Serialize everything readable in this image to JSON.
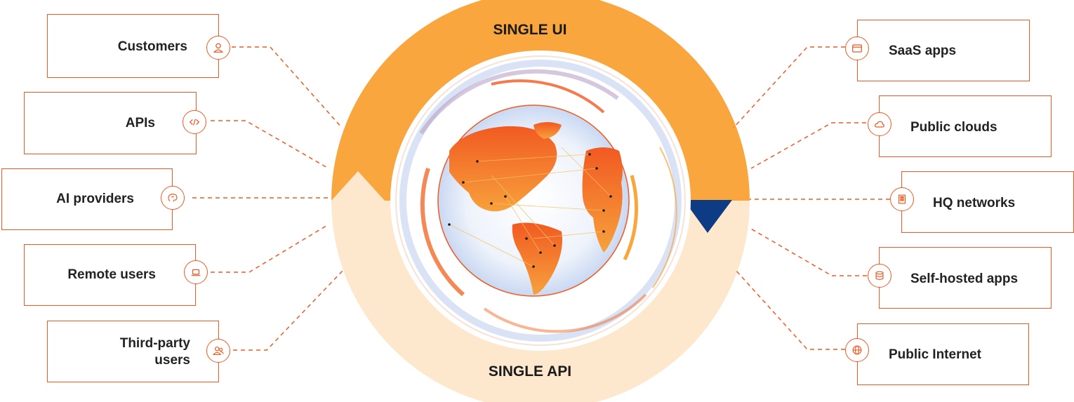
{
  "ring": {
    "top_label": "SINGLE UI",
    "bottom_label": "SINGLE API"
  },
  "left_items": [
    {
      "label": "Customers",
      "icon": "user-icon"
    },
    {
      "label": "APIs",
      "icon": "code-icon"
    },
    {
      "label": "AI providers",
      "icon": "brain-icon"
    },
    {
      "label": "Remote users",
      "icon": "laptop-icon"
    },
    {
      "label": "Third-party users",
      "label_lines": [
        "Third-party",
        "users"
      ],
      "icon": "users-icon"
    }
  ],
  "right_items": [
    {
      "label": "SaaS apps",
      "icon": "browser-window-icon"
    },
    {
      "label": "Public clouds",
      "icon": "cloud-icon"
    },
    {
      "label": "HQ networks",
      "icon": "building-icon"
    },
    {
      "label": "Self-hosted apps",
      "icon": "database-icon"
    },
    {
      "label": "Public Internet",
      "icon": "globe-icon"
    }
  ],
  "colors": {
    "accent": "#f15a22",
    "ring_dark": "#f9a63e",
    "ring_light": "#fde8cd",
    "navy": "#0d3c84"
  }
}
